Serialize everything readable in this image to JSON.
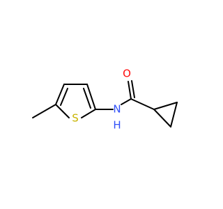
{
  "molecule": {
    "atoms": {
      "oxygen": {
        "symbol": "O",
        "color": "#ff0d0d"
      },
      "nitrogen": {
        "symbol": "N",
        "color": "#3050f8"
      },
      "hydrogen": {
        "symbol": "H",
        "color": "#3050f8"
      },
      "sulfur": {
        "symbol": "S",
        "color": "#c8b400"
      }
    },
    "bond_color": "#000000"
  }
}
